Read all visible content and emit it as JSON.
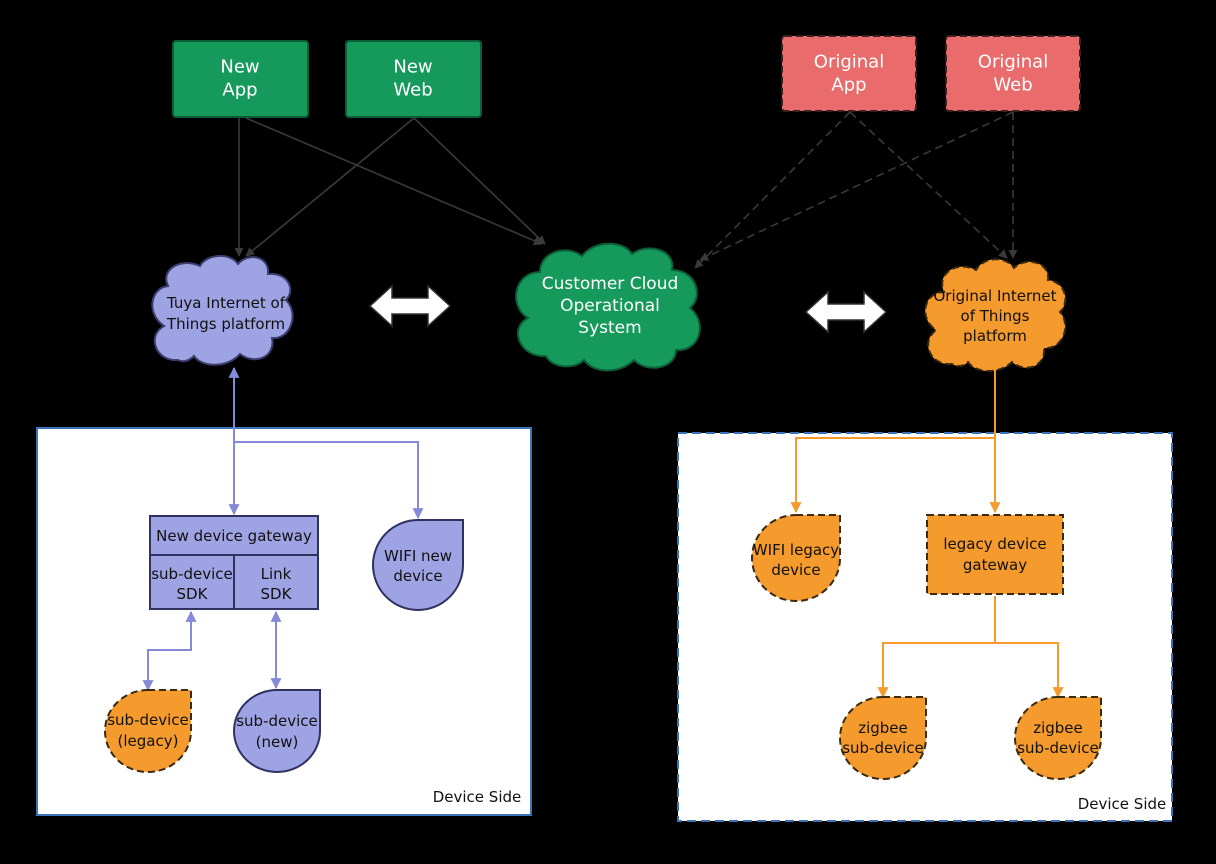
{
  "nodes": {
    "new_app": [
      "New",
      "App"
    ],
    "new_web": [
      "New",
      "Web"
    ],
    "original_app": [
      "Original",
      "App"
    ],
    "original_web": [
      "Original",
      "Web"
    ],
    "tuya_platform": [
      "Tuya Internet of",
      "Things platform"
    ],
    "customer_cloud": [
      "Customer Cloud",
      "Operational",
      "System"
    ],
    "original_platform": [
      "Original Internet",
      "of Things",
      "platform"
    ],
    "new_gateway": "New device gateway",
    "sub_device_sdk": [
      "sub-device",
      "SDK"
    ],
    "link_sdk": [
      "Link",
      "SDK"
    ],
    "wifi_new": [
      "WIFI new",
      "device"
    ],
    "sub_device_legacy": [
      "sub-device",
      "(legacy)"
    ],
    "sub_device_new": [
      "sub-device",
      "(new)"
    ],
    "wifi_legacy": [
      "WIFI legacy",
      "device"
    ],
    "legacy_gateway": [
      "legacy device",
      "gateway"
    ],
    "zigbee_1": [
      "zigbee",
      "sub-device"
    ],
    "zigbee_2": [
      "zigbee",
      "sub-device"
    ]
  },
  "regions": {
    "left_device_side": "Device Side",
    "right_device_side": "Device Side"
  },
  "colors": {
    "background": "#000000",
    "new_green": "#169a5c",
    "original_red": "#e96b6b",
    "tuya_purple": "#9ea3e3",
    "purple_edge": "#8489d8",
    "legacy_orange": "#f59a2c",
    "box_blue": "#3b72b8"
  }
}
